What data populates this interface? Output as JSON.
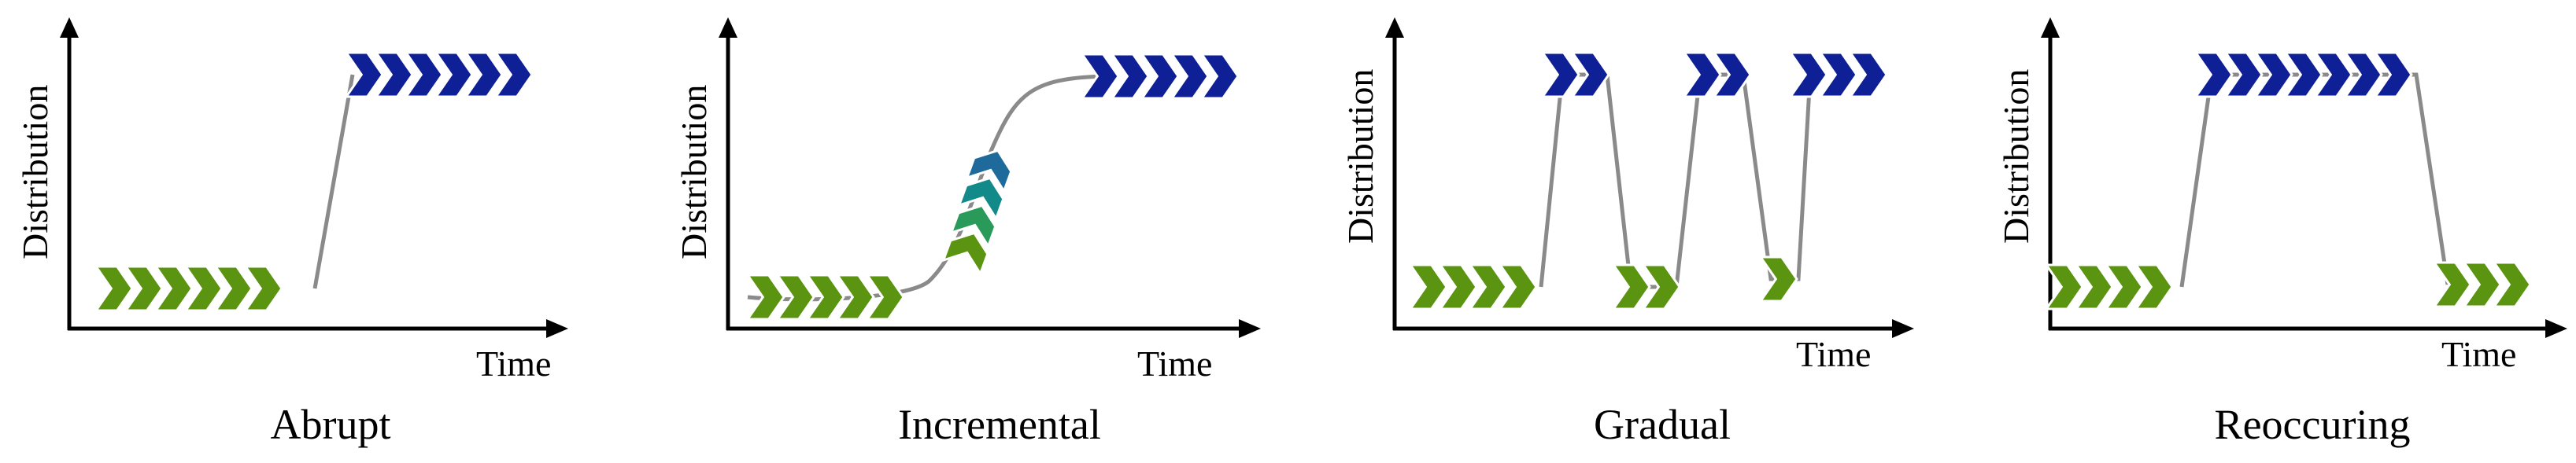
{
  "colors": {
    "old_concept": "#5a9410",
    "new_concept": "#0f1f96",
    "transition_1": "#1e6a9a",
    "transition_2": "#138a8a",
    "transition_3": "#2a9a5a",
    "connector": "#8a8a8a",
    "axis": "#000000"
  },
  "panels": [
    {
      "title": "Abrupt",
      "xlabel": "Time",
      "ylabel": "Distribution"
    },
    {
      "title": "Incremental",
      "xlabel": "Time",
      "ylabel": "Distribution"
    },
    {
      "title": "Gradual",
      "xlabel": "Time",
      "ylabel": "Distribution"
    },
    {
      "title": "Reoccuring",
      "xlabel": "Time",
      "ylabel": "Distribution"
    }
  ]
}
